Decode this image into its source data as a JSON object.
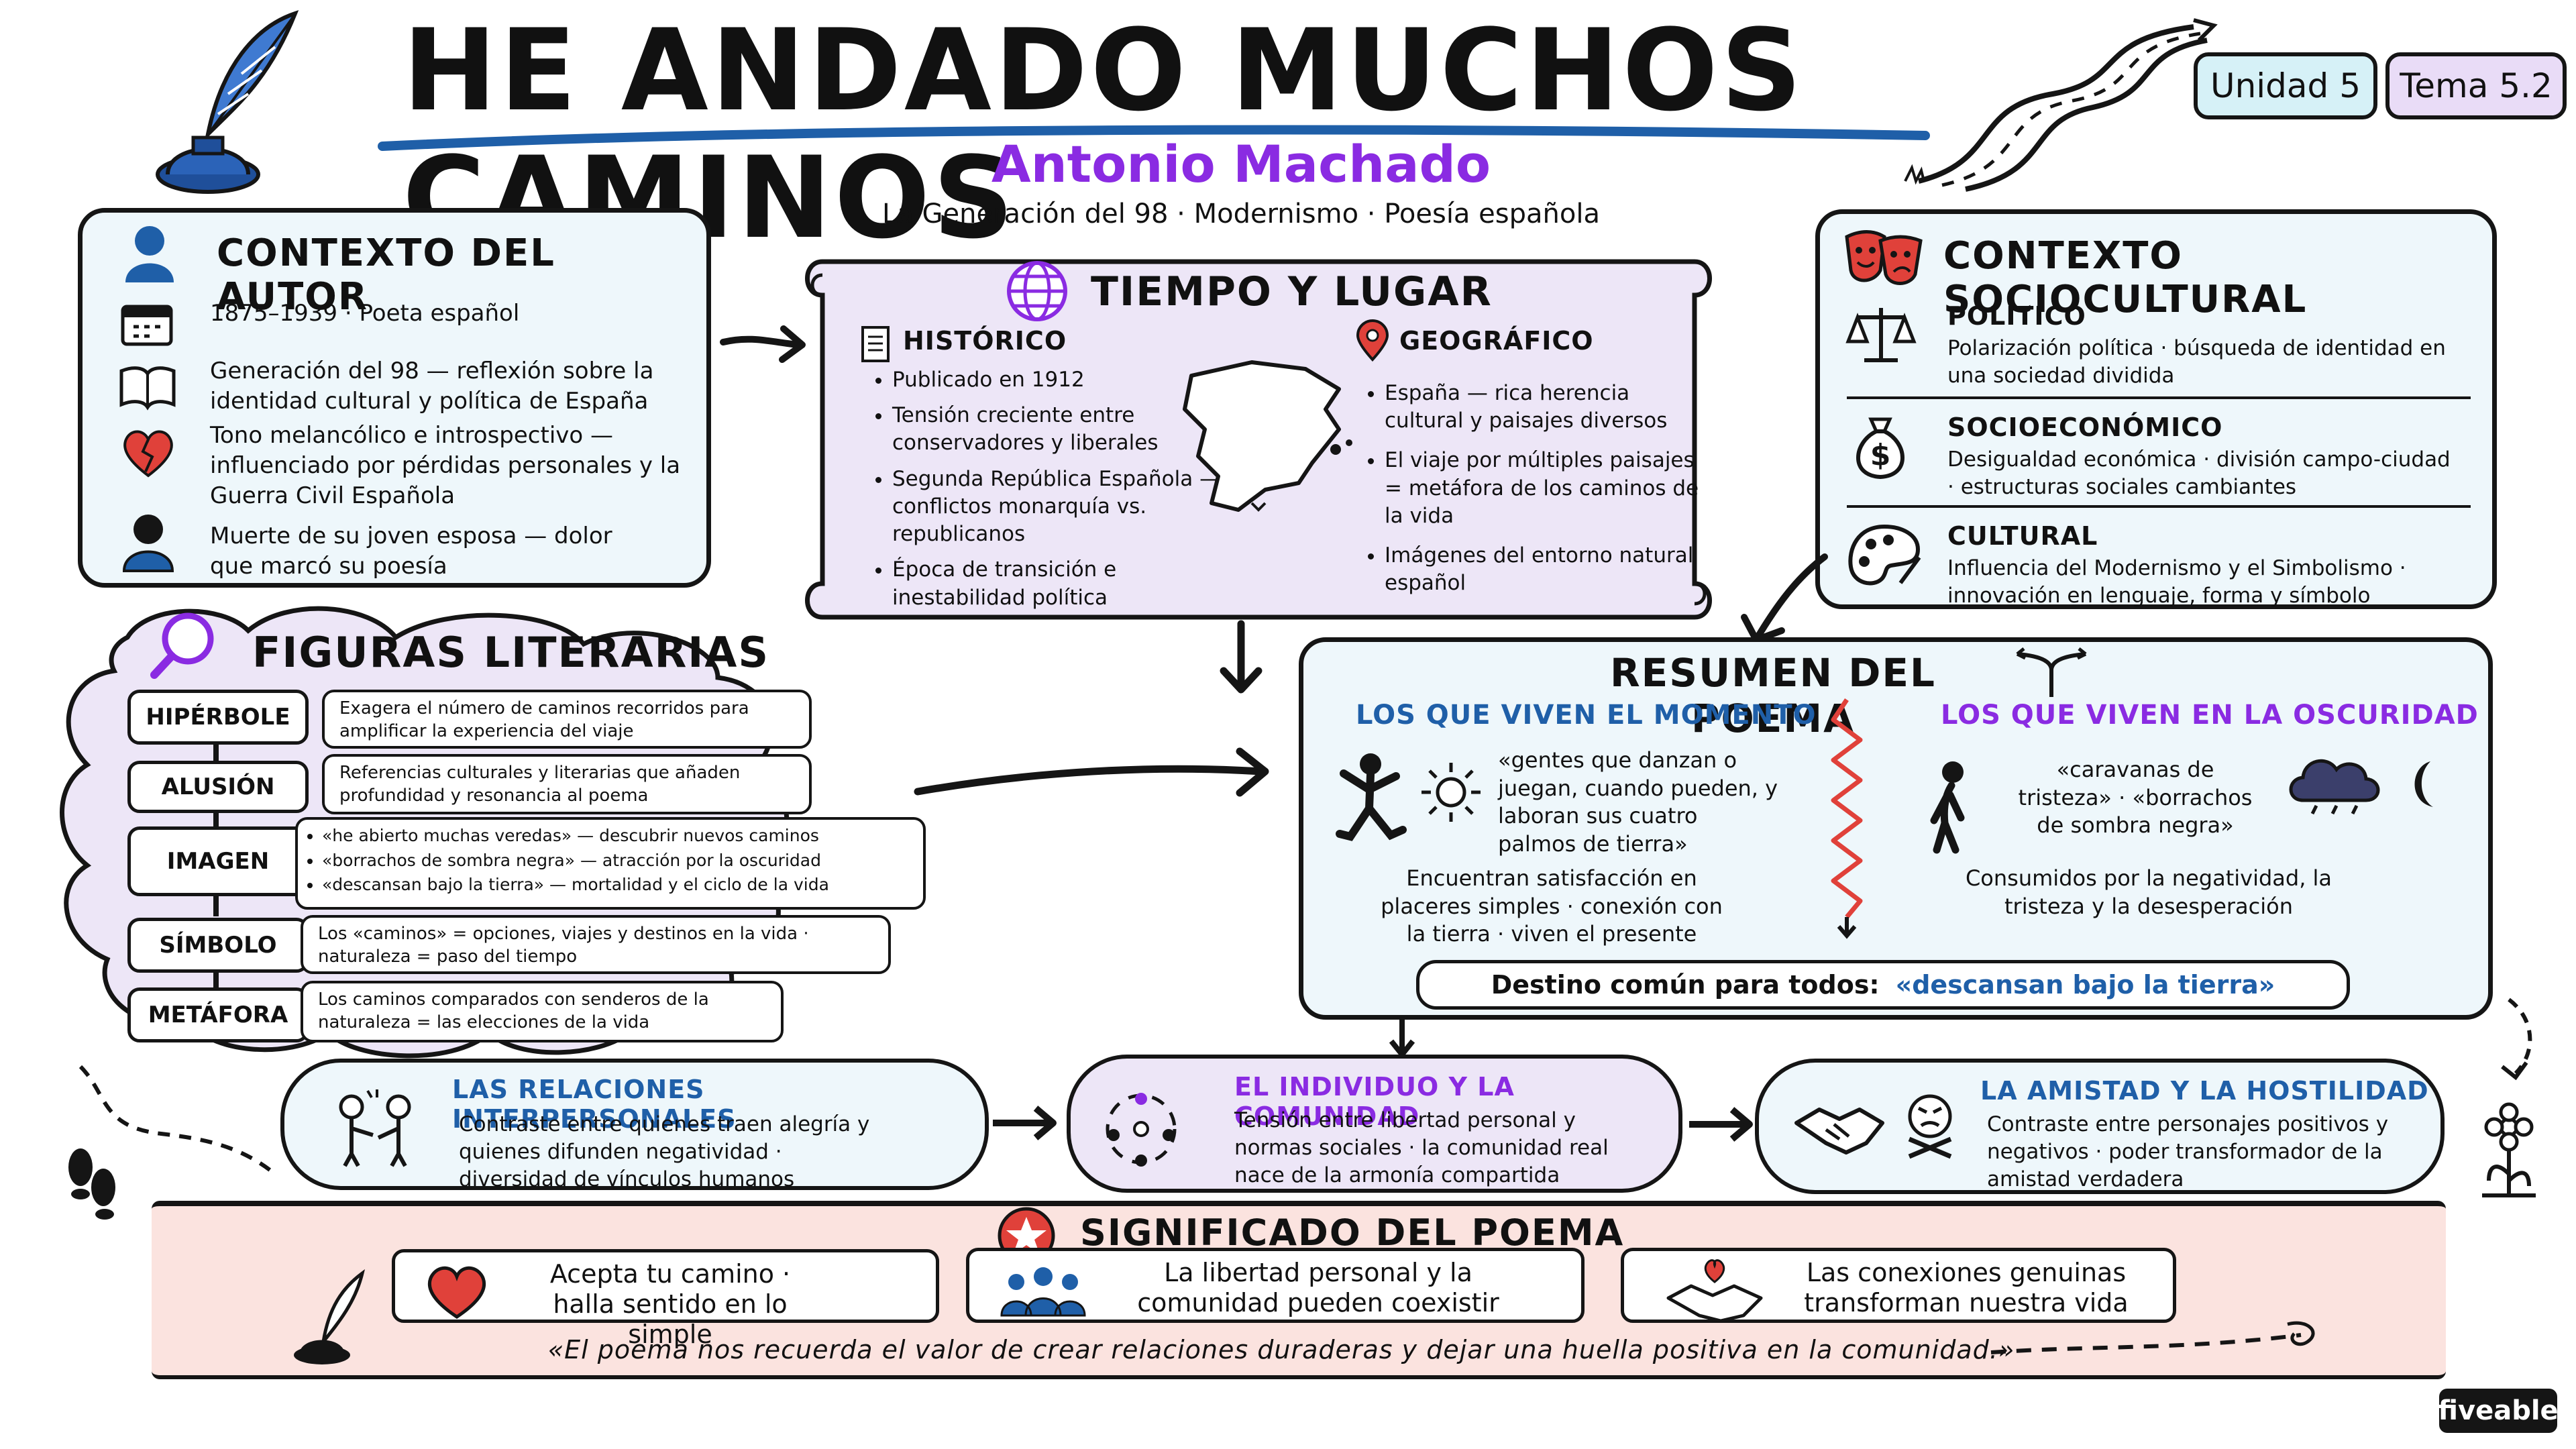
{
  "title": "HE ANDADO MUCHOS CAMINOS",
  "author": "Antonio Machado",
  "subtitle": "La Generación del 98 · Modernismo · Poesía española",
  "badges": {
    "unit": "Unidad 5",
    "topic": "Tema 5.2"
  },
  "colors": {
    "purple": "#8a2be2",
    "blue": "#1f5fa8",
    "red": "#e0413a",
    "panel_blue": "#eef7fb",
    "panel_purple": "#ede6f7",
    "bottom_band": "#fbe3df"
  },
  "contexto_autor": {
    "heading": "CONTEXTO DEL AUTOR",
    "items": [
      {
        "icon": "calendar-icon",
        "text": "1875–1939 · Poeta español"
      },
      {
        "icon": "book-icon",
        "text": "Generación del 98 — reflexión sobre la identidad cultural y política de España"
      },
      {
        "icon": "broken-heart-icon",
        "text": "Tono melancólico e introspectivo — influenciado por pérdidas personales y la Guerra Civil Española"
      },
      {
        "icon": "mourning-person-icon",
        "text": "Muerte de su joven esposa — dolor que marcó su poesía"
      }
    ]
  },
  "tiempo_lugar": {
    "heading": "TIEMPO Y LUGAR",
    "historico": {
      "heading": "HISTÓRICO",
      "items": [
        "Publicado en 1912",
        "Tensión creciente entre conservadores y liberales",
        "Segunda República Española — conflictos monarquía vs. republicanos",
        "Época de transición e inestabilidad política"
      ]
    },
    "geografico": {
      "heading": "GEOGRÁFICO",
      "items": [
        "España — rica herencia cultural y paisajes diversos",
        "El viaje por múltiples paisajes = metáfora de los caminos de la vida",
        "Imágenes del entorno natural español"
      ]
    }
  },
  "contexto_socio": {
    "heading": "CONTEXTO SOCIOCULTURAL",
    "sections": [
      {
        "icon": "scales-icon",
        "title": "POLÍTICO",
        "text": "Polarización política · búsqueda de identidad en una sociedad dividida"
      },
      {
        "icon": "money-bag-icon",
        "title": "SOCIOECONÓMICO",
        "text": "Desigualdad económica · división campo-ciudad · estructuras sociales cambiantes"
      },
      {
        "icon": "palette-icon",
        "title": "CULTURAL",
        "text": "Influencia del Modernismo y el Simbolismo · innovación en lenguaje, forma y símbolo"
      }
    ]
  },
  "figuras": {
    "heading": "FIGURAS LITERARIAS",
    "items": [
      {
        "name": "HIPÉRBOLE",
        "desc": "Exagera el número de caminos recorridos para amplificar la experiencia del viaje"
      },
      {
        "name": "ALUSIÓN",
        "desc": "Referencias culturales y literarias que añaden profundidad y resonancia al poema"
      },
      {
        "name": "IMAGEN",
        "bullets": [
          "«he abierto muchas veredas» — descubrir nuevos caminos",
          "«borrachos de sombra negra» — atracción por la oscuridad",
          "«descansan bajo la tierra» — mortalidad y el ciclo de la vida"
        ]
      },
      {
        "name": "SÍMBOLO",
        "desc": "Los «caminos» = opciones, viajes y destinos en la vida · naturaleza = paso del tiempo"
      },
      {
        "name": "METÁFORA",
        "desc": "Los caminos comparados con senderos de la naturaleza = las elecciones de la vida"
      }
    ]
  },
  "resumen": {
    "heading": "RESUMEN DEL POEMA",
    "left": {
      "heading": "LOS QUE VIVEN EL MOMENTO",
      "quote": "«gentes que danzan o juegan, cuando pueden, y laboran sus cuatro palmos de tierra»",
      "text": "Encuentran satisfacción en placeres simples · conexión con la tierra · viven el presente"
    },
    "right": {
      "heading": "LOS QUE VIVEN EN LA OSCURIDAD",
      "quote": "«caravanas de tristeza» · «borrachos de sombra negra»",
      "text": "Consumidos por la negatividad, la tristeza y la desesperación"
    },
    "destino_label": "Destino común para todos:",
    "destino_quote": "«descansan bajo la tierra»"
  },
  "temas": [
    {
      "icon": "people-talking-icon",
      "heading": "LAS RELACIONES INTERPERSONALES",
      "text": "Contraste entre quienes traen alegría y quienes difunden negatividad · diversidad de vínculos humanos"
    },
    {
      "icon": "community-circle-icon",
      "heading": "EL INDIVIDUO Y LA COMUNIDAD",
      "text": "Tensión entre libertad personal y normas sociales · la comunidad real nace de la armonía compartida"
    },
    {
      "icon": "handshake-icon",
      "heading": "LA AMISTAD Y LA HOSTILIDAD",
      "text": "Contraste entre personajes positivos y negativos · poder transformador de la amistad verdadera"
    }
  ],
  "significado": {
    "heading": "SIGNIFICADO DEL POEMA",
    "cards": [
      {
        "icon": "heart-icon",
        "text": "Acepta tu camino · halla sentido en lo simple"
      },
      {
        "icon": "group-icon",
        "text": "La libertad personal y la comunidad pueden coexistir"
      },
      {
        "icon": "heart-handshake-icon",
        "text": "Las conexiones genuinas transforman nuestra vida"
      }
    ],
    "quote": "«El poema nos recuerda el valor de crear relaciones duraderas y dejar una huella positiva en la comunidad.»"
  },
  "brand": "fiveable"
}
